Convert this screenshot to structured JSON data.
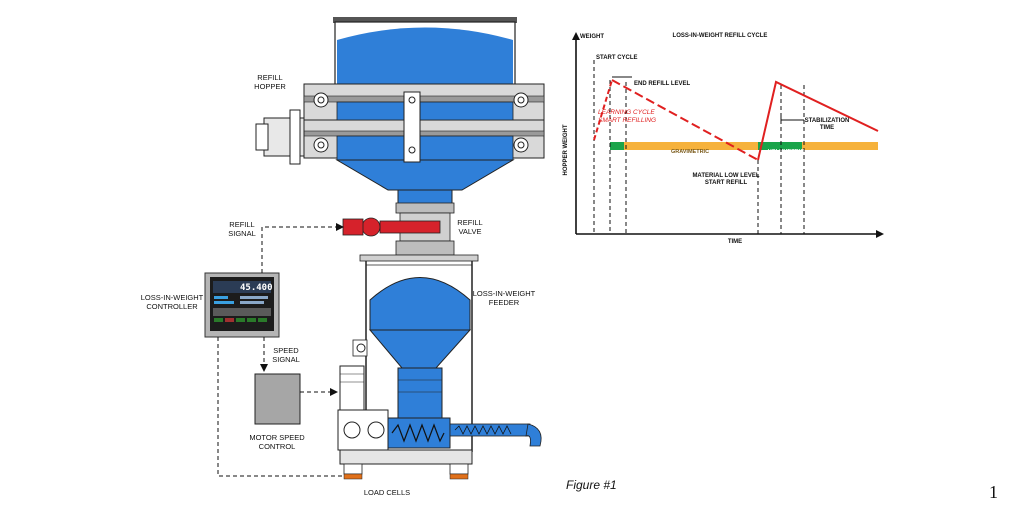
{
  "colors": {
    "hopper_blue": "#2f7fd8",
    "steel_grey": "#c8c8c8",
    "valve_red": "#d6222b",
    "weight_line_red": "#e02020",
    "gravimetric_orange": "#f6b23c",
    "volumetric_green": "#1aa44a",
    "load_cell_orange": "#e0701a"
  },
  "left_diagram": {
    "refill_hopper": "REFILL\nHOPPER",
    "refill_valve": "REFILL\nVALVE",
    "refill_signal": "REFILL\nSIGNAL",
    "controller": "LOSS-IN-WEIGHT\nCONTROLLER",
    "controller_readout": "45.400",
    "feeder": "LOSS-IN-WEIGHT\nFEEDER",
    "speed_signal": "SPEED\nSIGNAL",
    "motor_speed_control": "MOTOR SPEED\nCONTROL",
    "load_cells": "LOAD CELLS"
  },
  "refill_cycle_chart": {
    "title": "LOSS-IN-WEIGHT REFILL CYCLE",
    "y_axis_top": "WEIGHT",
    "y_axis_side": "HOPPER WEIGHT",
    "x_axis": "TIME",
    "start_cycle": "START CYCLE",
    "end_refill_level": "END REFILL LEVEL",
    "learning_cycle": "LEARNING CYCLE\nSMART REFILLING",
    "material_low_level": "MATERIAL LOW LEVEL\nSTART REFILL",
    "stabilization_time": "STABILIZATION\nTIME",
    "gravimetric_band": "GRAVIMETRIC",
    "volumetric_band": "VOLUMETRIC"
  },
  "caption": "Figure #1",
  "page_number": "1"
}
